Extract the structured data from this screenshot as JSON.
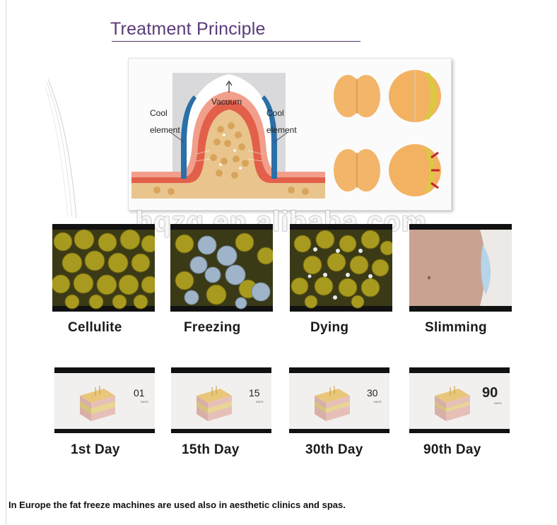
{
  "heading": {
    "title": "Treatment Principle"
  },
  "diagram": {
    "label_vacuum": "Vacuum",
    "label_cool_left_1": "Cool",
    "label_cool_left_2": "element",
    "label_cool_right_1": "Cool",
    "label_cool_right_2": "element"
  },
  "watermark": "hqzg.en.alibaba.com",
  "stages": [
    {
      "label": "Cellulite"
    },
    {
      "label": "Freezing"
    },
    {
      "label": "Dying"
    },
    {
      "label": "Slimming"
    }
  ],
  "days": [
    {
      "label": "1st Day",
      "number": "01",
      "unit": "DAYS"
    },
    {
      "label": "15th Day",
      "number": "15",
      "unit": "DAYS"
    },
    {
      "label": "30th Day",
      "number": "30",
      "unit": "DAYS"
    },
    {
      "label": "90th Day",
      "number": "90",
      "unit": "DAYS"
    }
  ],
  "footer": {
    "text": "In Europe the fat freeze machines are used also in aesthetic clinics and spas."
  },
  "colors": {
    "title": "#5b3a78",
    "fat_yellow": "#b9a214",
    "skin_red": "#e2604a"
  }
}
